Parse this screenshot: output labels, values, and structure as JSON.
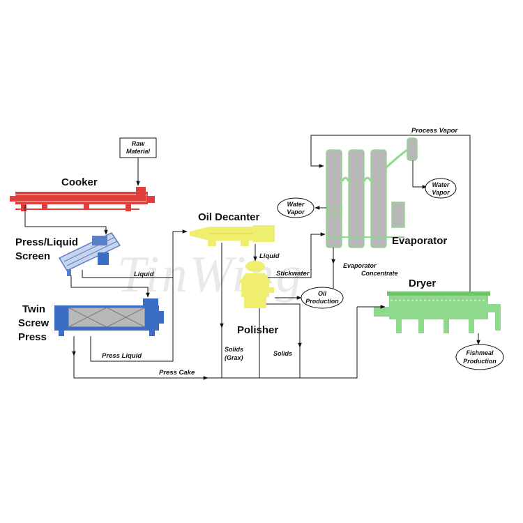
{
  "watermark": "TinWing",
  "colors": {
    "cooker": "#e0403c",
    "screen": "#5b7fc4",
    "press": "#3b6dc4",
    "decanter": "#f0ee6e",
    "evaporator": "#a9c9a8",
    "dryer": "#8fd98c",
    "grey": "#b8b8b8"
  },
  "equipment": {
    "cooker": "Cooker",
    "screen_line1": "Press/Liquid",
    "screen_line2": "Screen",
    "press_line1": "Twin",
    "press_line2": "Screw",
    "press_line3": "Press",
    "decanter": "Oil Decanter",
    "polisher": "Polisher",
    "evaporator": "Evaporator",
    "dryer": "Dryer"
  },
  "boxes": {
    "raw_material_line1": "Raw",
    "raw_material_line2": "Material"
  },
  "ovals": {
    "water_vapor_left_line1": "Water",
    "water_vapor_left_line2": "Vapor",
    "water_vapor_right_line1": "Water",
    "water_vapor_right_line2": "Vapor",
    "oil_production_line1": "Oil",
    "oil_production_line2": "Production",
    "fishmeal_line1": "Fishmeal",
    "fishmeal_line2": "Production"
  },
  "flows": {
    "process_vapor": "Process Vapor",
    "liquid_screen": "Liquid",
    "liquid_decanter": "Liquid",
    "stickwater": "Stickwater",
    "evap_concentrate_line1": "Evaporator",
    "evap_concentrate_line2": "Concentrate",
    "press_liquid": "Press Liquid",
    "press_cake": "Press Cake",
    "solids_grax_line1": "Solids",
    "solids_grax_line2": "(Grax)",
    "solids": "Solids"
  }
}
